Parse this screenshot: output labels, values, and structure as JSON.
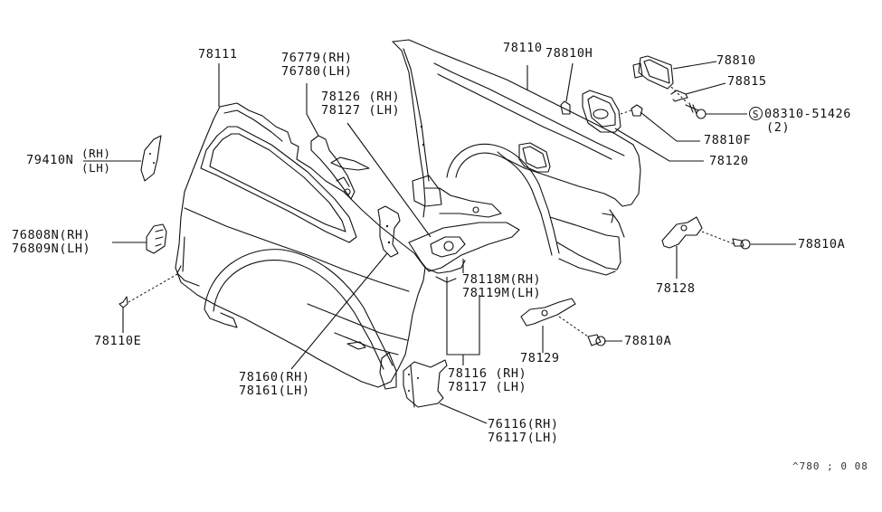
{
  "diagram": {
    "title": "Rear Fender & Fitting Parts Diagram",
    "reference_code": "^780 ; 0 08",
    "callouts": [
      {
        "id": "78111",
        "lines": [
          "78111"
        ]
      },
      {
        "id": "76779",
        "lines": [
          "76779(RH)",
          "76780(LH)"
        ]
      },
      {
        "id": "78126",
        "lines": [
          "78126 (RH)",
          "78127 (LH)"
        ]
      },
      {
        "id": "78110",
        "lines": [
          "78110"
        ]
      },
      {
        "id": "78810H",
        "lines": [
          "78810H"
        ]
      },
      {
        "id": "78810",
        "lines": [
          "78810"
        ]
      },
      {
        "id": "78815",
        "lines": [
          "78815"
        ]
      },
      {
        "id": "08310-51426",
        "symbol": "S",
        "lines": [
          "08310-51426",
          "(2)"
        ]
      },
      {
        "id": "78810F",
        "lines": [
          "78810F"
        ]
      },
      {
        "id": "78120",
        "lines": [
          "78120"
        ]
      },
      {
        "id": "79410N",
        "lines": [
          "79410N",
          "(RH)",
          "(LH)"
        ]
      },
      {
        "id": "76808N",
        "lines": [
          "76808N(RH)",
          "76809N(LH)"
        ]
      },
      {
        "id": "78110E",
        "lines": [
          "78110E"
        ]
      },
      {
        "id": "78118M",
        "lines": [
          "78118M(RH)",
          "78119M(LH)"
        ]
      },
      {
        "id": "78128",
        "lines": [
          "78128"
        ]
      },
      {
        "id": "78810A-1",
        "lines": [
          "78810A"
        ]
      },
      {
        "id": "78129",
        "lines": [
          "78129"
        ]
      },
      {
        "id": "78810A-2",
        "lines": [
          "78810A"
        ]
      },
      {
        "id": "78116",
        "lines": [
          "78116 (RH)",
          "78117 (LH)"
        ]
      },
      {
        "id": "78160",
        "lines": [
          "78160(RH)",
          "78161(LH)"
        ]
      },
      {
        "id": "76116",
        "lines": [
          "76116(RH)",
          "76117(LH)"
        ]
      }
    ]
  }
}
